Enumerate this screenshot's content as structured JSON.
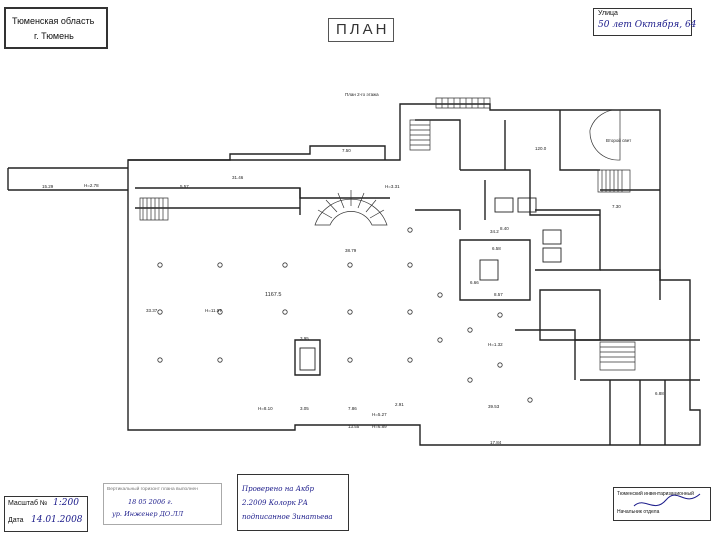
{
  "header": {
    "region_line1": "Тюменская область",
    "region_line2": "г. Тюмень",
    "doc_title": "ПЛАН",
    "street_label": "Улица",
    "street_value": "50 лет Октября, 64"
  },
  "plan": {
    "floor_title": "План 2-го этажа",
    "room_labels": [
      {
        "id": "r1",
        "text": "31.46"
      },
      {
        "id": "r2",
        "text": "1167.5"
      },
      {
        "id": "r3",
        "text": "38.79"
      },
      {
        "id": "r4",
        "text": "H=11.07"
      },
      {
        "id": "r5",
        "text": "H=8.10"
      },
      {
        "id": "r6",
        "text": "H=5.27"
      },
      {
        "id": "r7",
        "text": "H=6.89"
      },
      {
        "id": "r8",
        "text": "17.84"
      },
      {
        "id": "r9",
        "text": "39.53"
      },
      {
        "id": "r10",
        "text": "Второй свет"
      },
      {
        "id": "r11",
        "text": "120.0"
      },
      {
        "id": "r12",
        "text": "34.2"
      },
      {
        "id": "r13",
        "text": "H=3.31"
      },
      {
        "id": "r14",
        "text": "H=2.78"
      },
      {
        "id": "r15",
        "text": "H=1.32"
      },
      {
        "id": "r16",
        "text": "8.40"
      },
      {
        "id": "r17",
        "text": "6.58"
      },
      {
        "id": "r18",
        "text": "8.57"
      },
      {
        "id": "r19",
        "text": "13.55"
      },
      {
        "id": "r20",
        "text": "7.86"
      },
      {
        "id": "r21",
        "text": "33.37"
      },
      {
        "id": "r22",
        "text": "15.29"
      },
      {
        "id": "r23",
        "text": "7.50"
      },
      {
        "id": "r24",
        "text": "5.57"
      },
      {
        "id": "r25",
        "text": "3.95"
      },
      {
        "id": "r26",
        "text": "6.66"
      },
      {
        "id": "r27",
        "text": "6.88"
      },
      {
        "id": "r28",
        "text": "7.30"
      },
      {
        "id": "r29",
        "text": "2.91"
      },
      {
        "id": "r30",
        "text": "3.05"
      }
    ]
  },
  "footer": {
    "scale_label": "Масштаб №",
    "scale_value": "1:200",
    "date_label": "Дата",
    "date_value": "14.01.2008",
    "center_stamp_title": "Вертикальный горизонт плана выполнен",
    "center_stamp_dates": "18     05     2006 г.",
    "center_stamp_sign": "ур.    Инженер  ДО.ЛЛ",
    "check_stamp_line1": "Проверено на  Акбр",
    "check_stamp_line2": "2.2009 Колорк РА",
    "check_stamp_line3": "подписанное  Зинатьева",
    "right_stamp_line1": "Тюменский инвентаризационный",
    "right_stamp_line2": "Начальник отдела"
  }
}
